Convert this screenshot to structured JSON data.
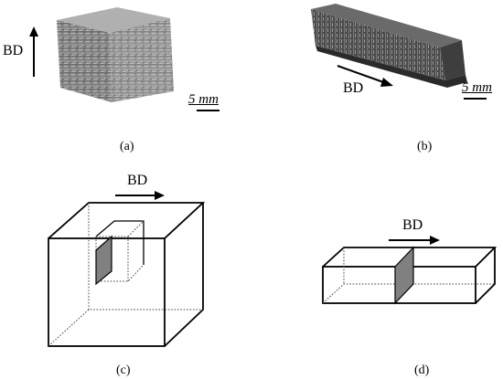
{
  "panels": [
    {
      "label": "(a)",
      "build_direction": "BD",
      "scale": "5 mm"
    },
    {
      "label": "(b)",
      "build_direction": "BD",
      "scale": "5 mm"
    },
    {
      "label": "(c)",
      "build_direction": "BD"
    },
    {
      "label": "(d)",
      "build_direction": "BD"
    }
  ],
  "colors": {
    "stroke": "#000000",
    "section_fill": "#808080",
    "sample_light": "#9a9a9a",
    "sample_dark": "#3a3a3a"
  }
}
